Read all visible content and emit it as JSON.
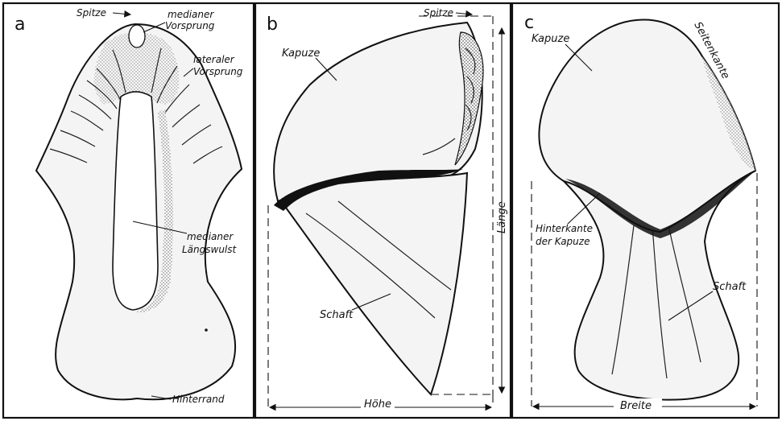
{
  "panels": [
    {
      "letter": "a",
      "labels": {
        "spitze": "Spitze",
        "medianer_vorsprung_1": "medianer",
        "medianer_vorsprung_2": "Vorsprung",
        "lateraler_vorsprung_1": "lateraler",
        "lateraler_vorsprung_2": "Vorsprung",
        "medianer_laengswulst_1": "medianer",
        "medianer_laengswulst_2": "Längswulst",
        "hinterrand": "Hinterrand"
      }
    },
    {
      "letter": "b",
      "labels": {
        "spitze": "Spitze",
        "kapuze": "Kapuze",
        "schaft": "Schaft",
        "laenge": "Länge",
        "hoehe": "Höhe"
      }
    },
    {
      "letter": "c",
      "labels": {
        "kapuze": "Kapuze",
        "seitenkante": "Seitenkante",
        "hinterkante_1": "Hinterkante",
        "hinterkante_2": "der Kapuze",
        "schaft": "Schaft",
        "breite": "Breite"
      }
    }
  ]
}
